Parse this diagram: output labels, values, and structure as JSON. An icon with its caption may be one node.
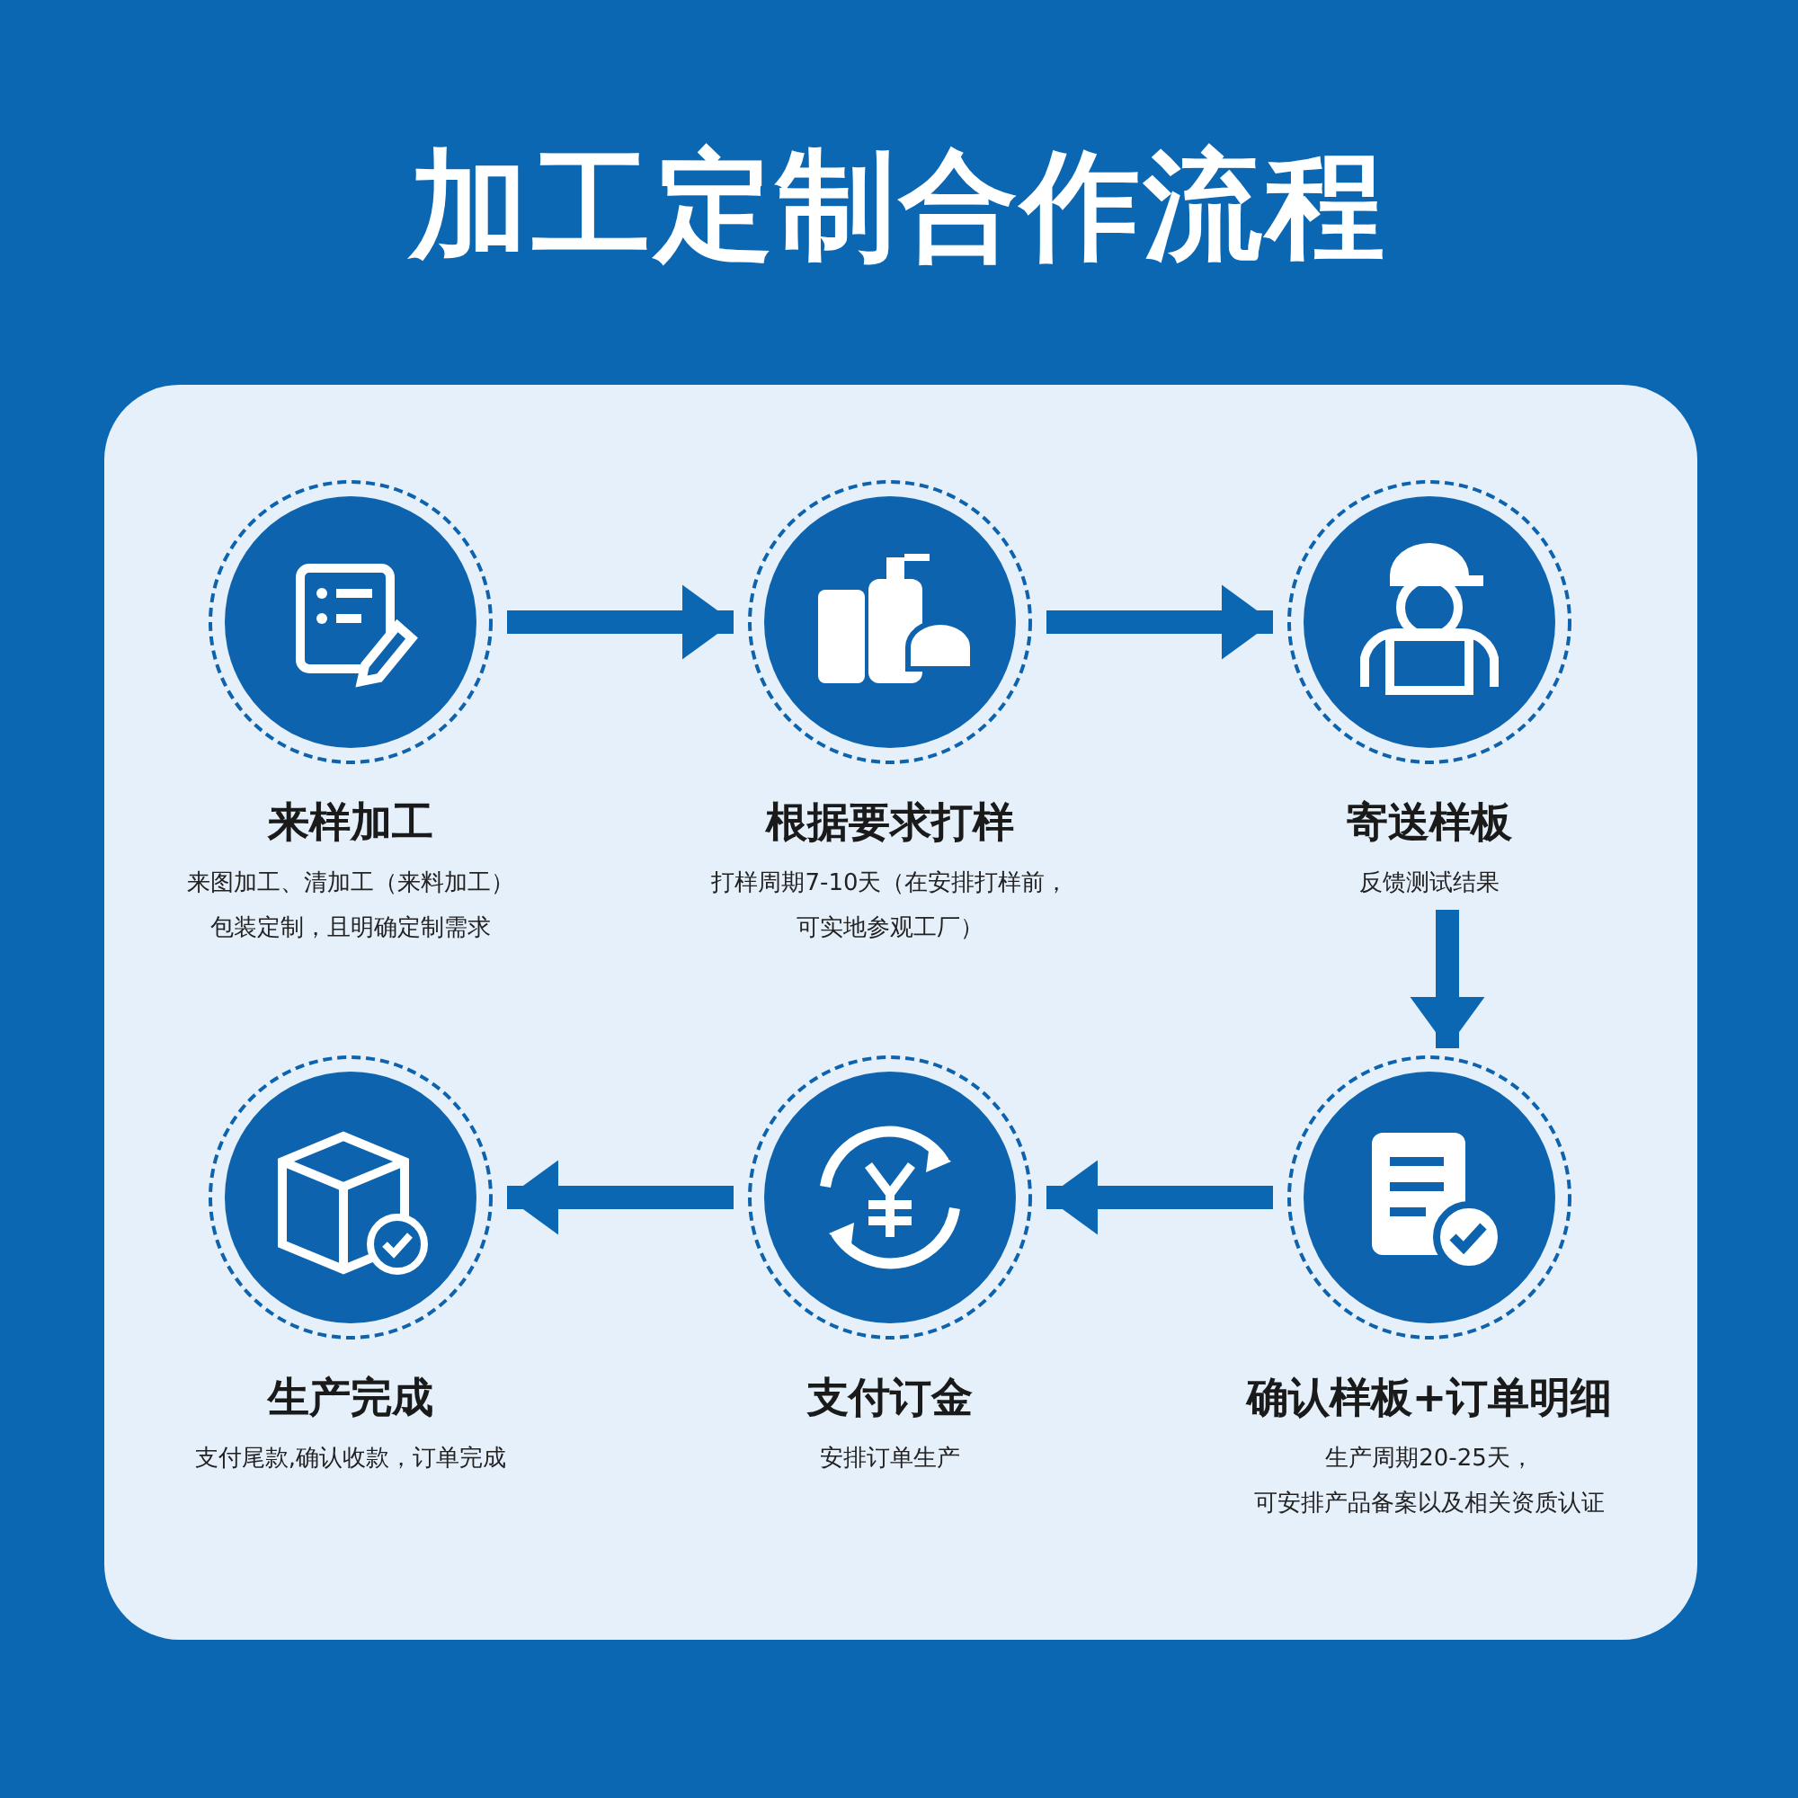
{
  "diagram": {
    "title": "加工定制合作流程",
    "nodes": [
      {
        "text": [
          "来样加工",
          "来图加工、清加工（来料加工）包装定制，且明确定制需求"
        ]
      },
      {
        "text": [
          "根据要求打样",
          "打样周期7-10天（在安排打样前，可实地参观工厂）"
        ]
      },
      {
        "text": [
          "寄送样板",
          "反馈测试结果"
        ]
      },
      {
        "text": [
          "生产完成",
          "支付尾款,确认收款，订单完成"
        ]
      },
      {
        "text": [
          "支付订金",
          "安排订单生产"
        ]
      },
      {
        "text": [
          "确认样板+订单明细",
          "生产周期20-25天，可安排产品备案以及相关资质认证"
        ]
      }
    ],
    "edges": [
      {
        "from": 0,
        "to": 1,
        "arrow": "to"
      },
      {
        "from": 1,
        "to": 2,
        "arrow": "to"
      },
      {
        "from": 2,
        "to": 5,
        "arrow": "to"
      },
      {
        "from": 5,
        "to": 4,
        "arrow": "to"
      },
      {
        "from": 4,
        "to": 3,
        "arrow": "to"
      }
    ]
  }
}
